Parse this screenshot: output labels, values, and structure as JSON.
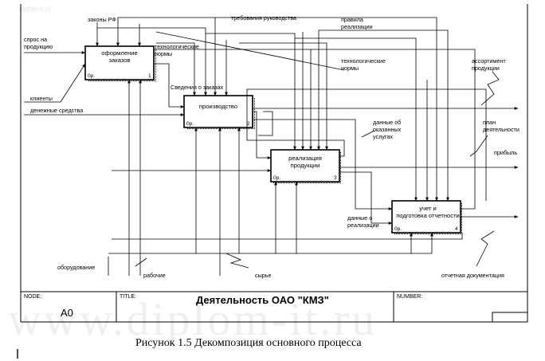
{
  "watermark": {
    "main": "www.diplom-it.ru",
    "corner": "diplom-it.ru"
  },
  "boxes": [
    {
      "id": "b1",
      "title": [
        "оформление",
        "заказов"
      ],
      "code": "0р.",
      "num": "1"
    },
    {
      "id": "b2",
      "title": [
        "производство"
      ],
      "code": "0р.",
      "num": "2"
    },
    {
      "id": "b3",
      "title": [
        "реализация",
        "продукции"
      ],
      "code": "0р.",
      "num": "3"
    },
    {
      "id": "b4",
      "title": [
        "учет и",
        "подготовка отчетности"
      ],
      "code": "0р.",
      "num": "4"
    }
  ],
  "labels": {
    "zakony": "законы РФ",
    "trebovaniya": "требования руководства",
    "pravila": [
      "правила",
      "реализации"
    ],
    "spros": [
      "спрос на",
      "продукцию"
    ],
    "tehnorm1": [
      "технологические",
      "нормы"
    ],
    "tehnorm2": [
      "технологические",
      "нормы"
    ],
    "assortiment": [
      "ассортимент",
      "продукции"
    ],
    "svedeniya": "Сведения о заказах",
    "klienty": "клиенты",
    "denezhnye": "денежные средства",
    "plan": [
      "план",
      "деятельности"
    ],
    "dannye_uslugi": [
      "данные об",
      "оказанных",
      "услугах"
    ],
    "pribyl": "прибыль",
    "dannye_realiz": [
      "данные о",
      "реализации"
    ],
    "oborudovanie": "оборудование",
    "rabochie": "рабочие",
    "syrie": "сырье",
    "otchetnaya": "отчетная документация"
  },
  "frame": {
    "node_label": "NODE:",
    "title_label": "TITLE:",
    "number_label": "NUMBER:",
    "node_value": "A0",
    "title_value": "Деятельность  ОАО  \"КМЗ\""
  },
  "caption": "Рисунок 1.5 Декомпозиция основного процесса"
}
